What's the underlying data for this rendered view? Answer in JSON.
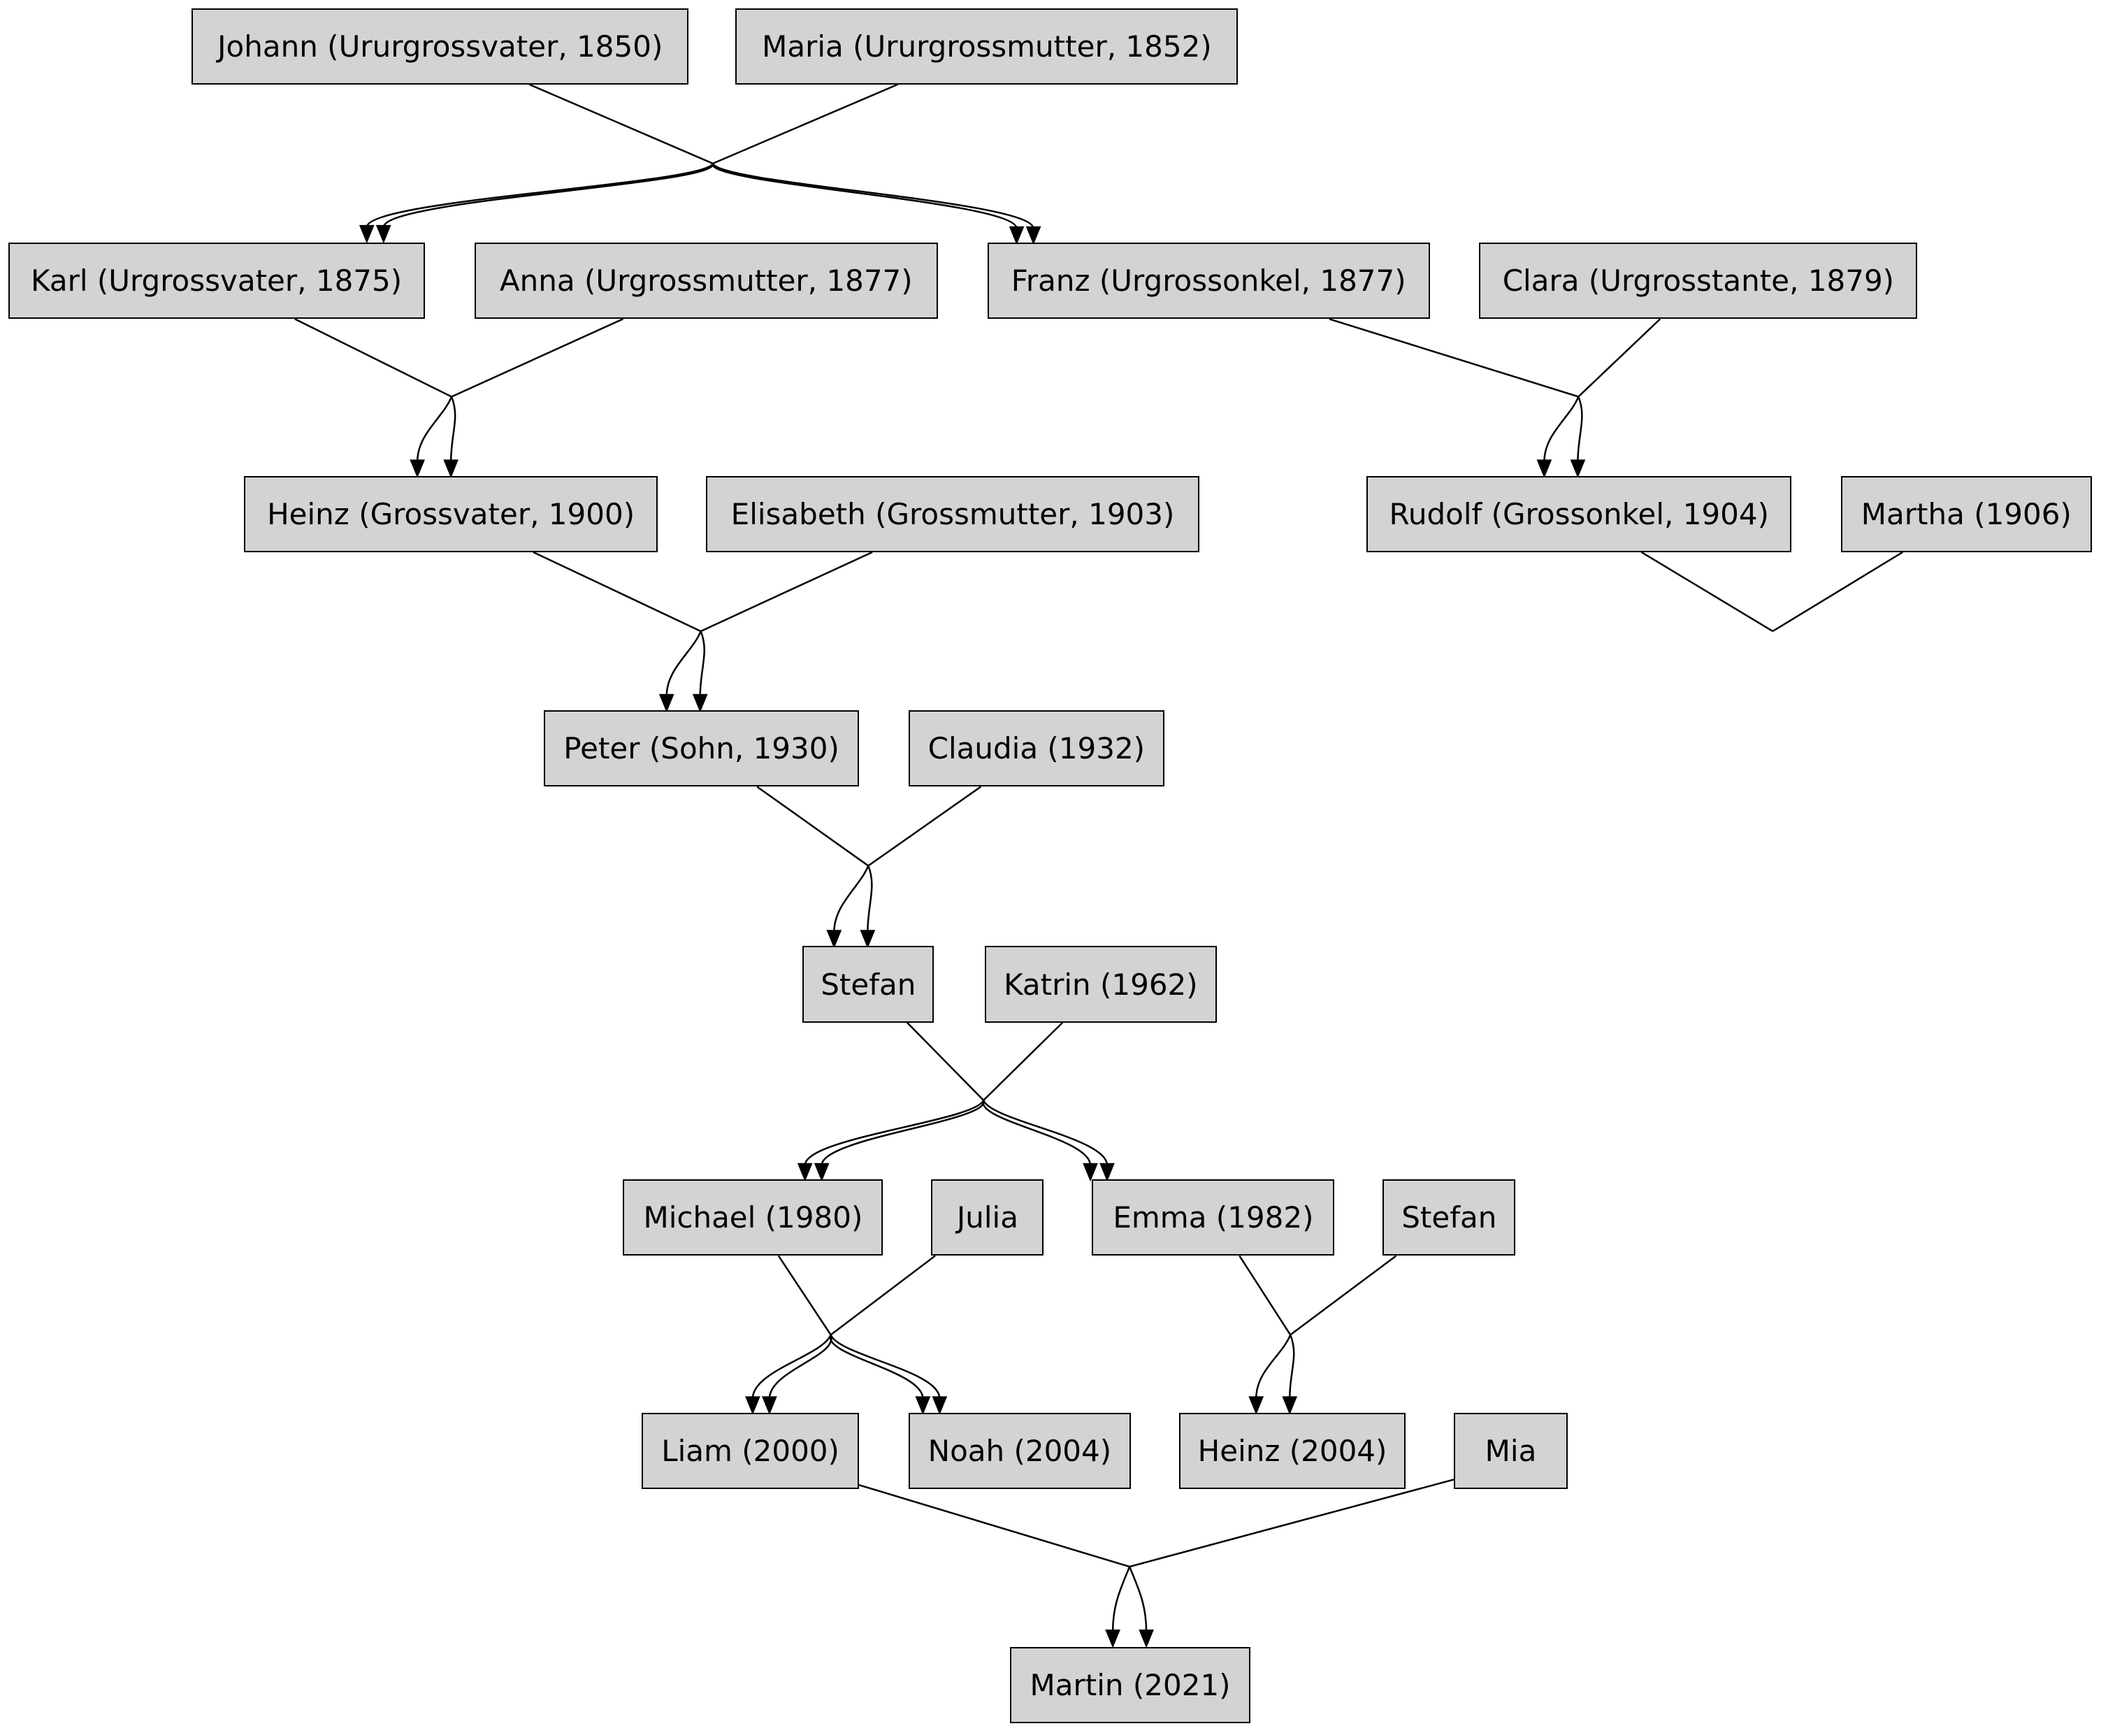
{
  "diagram": {
    "nodes": [
      {
        "id": "johann",
        "label": "Johann (Ururgrossvater, 1850)"
      },
      {
        "id": "maria",
        "label": "Maria (Ururgrossmutter, 1852)"
      },
      {
        "id": "karl",
        "label": "Karl (Urgrossvater, 1875)"
      },
      {
        "id": "anna",
        "label": "Anna (Urgrossmutter, 1877)"
      },
      {
        "id": "franz",
        "label": "Franz (Urgrossonkel, 1877)"
      },
      {
        "id": "clara",
        "label": "Clara (Urgrosstante, 1879)"
      },
      {
        "id": "heinz_gv",
        "label": "Heinz (Grossvater, 1900)"
      },
      {
        "id": "elisabeth",
        "label": "Elisabeth (Grossmutter, 1903)"
      },
      {
        "id": "rudolf",
        "label": "Rudolf (Grossonkel, 1904)"
      },
      {
        "id": "martha",
        "label": "Martha (1906)"
      },
      {
        "id": "peter",
        "label": "Peter (Sohn, 1930)"
      },
      {
        "id": "claudia",
        "label": "Claudia (1932)"
      },
      {
        "id": "stefan1",
        "label": "Stefan"
      },
      {
        "id": "katrin",
        "label": "Katrin (1962)"
      },
      {
        "id": "michael",
        "label": "Michael (1980)"
      },
      {
        "id": "julia",
        "label": "Julia"
      },
      {
        "id": "emma",
        "label": "Emma (1982)"
      },
      {
        "id": "stefan2",
        "label": "Stefan"
      },
      {
        "id": "liam",
        "label": "Liam (2000)"
      },
      {
        "id": "noah",
        "label": "Noah (2004)"
      },
      {
        "id": "heinz2004",
        "label": "Heinz (2004)"
      },
      {
        "id": "mia",
        "label": "Mia"
      },
      {
        "id": "martin",
        "label": "Martin (2021)"
      }
    ],
    "unions": [
      {
        "id": "u1",
        "parents": [
          "johann",
          "maria"
        ],
        "children": [
          "karl",
          "franz"
        ]
      },
      {
        "id": "u2",
        "parents": [
          "karl",
          "anna"
        ],
        "children": [
          "heinz_gv"
        ]
      },
      {
        "id": "u3",
        "parents": [
          "franz",
          "clara"
        ],
        "children": [
          "rudolf"
        ]
      },
      {
        "id": "u4",
        "parents": [
          "heinz_gv",
          "elisabeth"
        ],
        "children": [
          "peter"
        ]
      },
      {
        "id": "u5",
        "parents": [
          "rudolf",
          "martha"
        ],
        "children": []
      },
      {
        "id": "u6",
        "parents": [
          "peter",
          "claudia"
        ],
        "children": [
          "stefan1"
        ]
      },
      {
        "id": "u7",
        "parents": [
          "stefan1",
          "katrin"
        ],
        "children": [
          "michael",
          "emma"
        ]
      },
      {
        "id": "u8",
        "parents": [
          "michael",
          "julia"
        ],
        "children": [
          "liam",
          "noah"
        ]
      },
      {
        "id": "u9",
        "parents": [
          "emma",
          "stefan2"
        ],
        "children": [
          "heinz2004"
        ]
      },
      {
        "id": "u10",
        "parents": [
          "liam",
          "mia"
        ],
        "children": [
          "martin"
        ]
      }
    ]
  }
}
